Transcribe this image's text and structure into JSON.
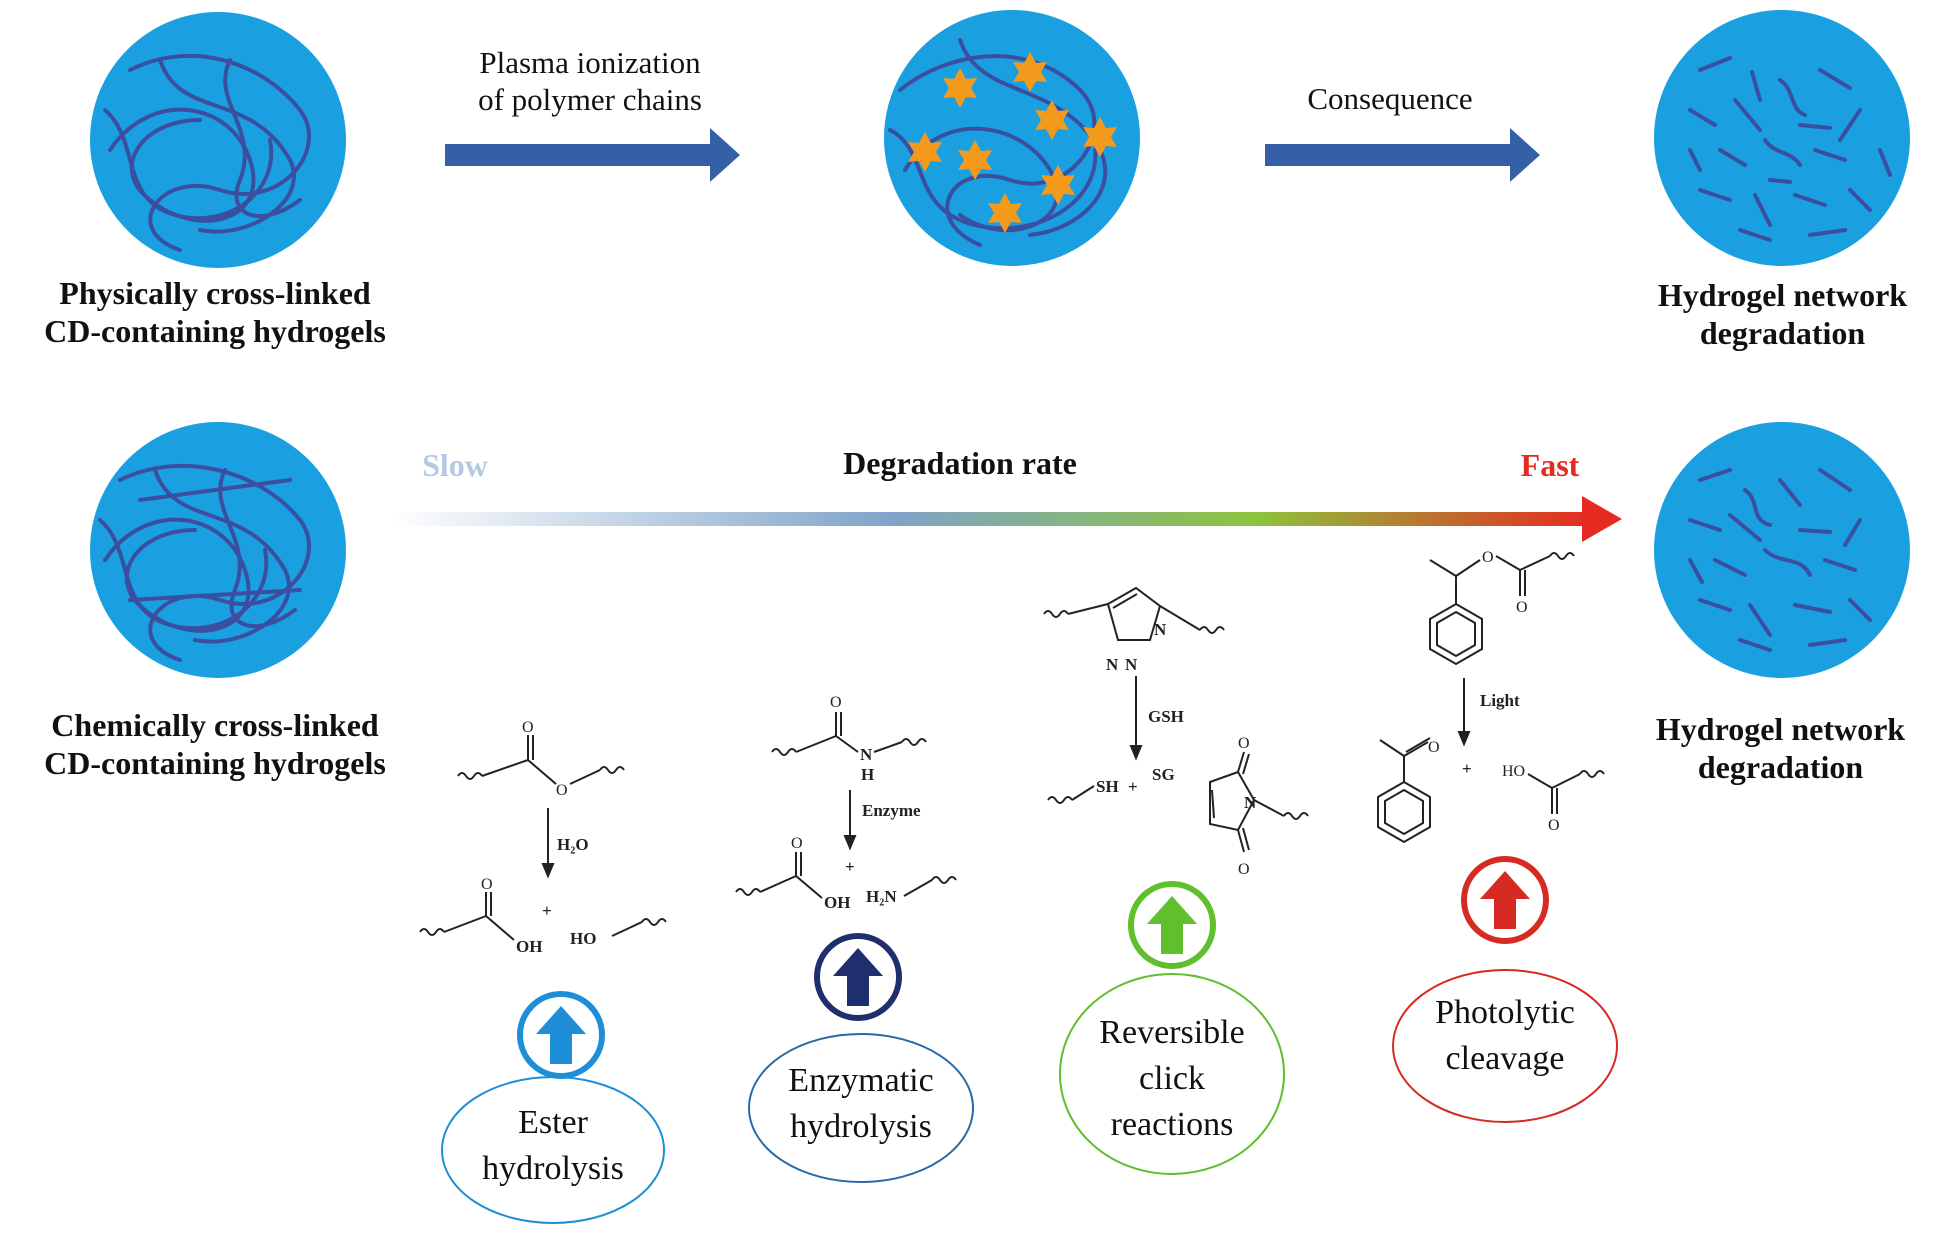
{
  "top_row": {
    "physical_label": [
      "Physically cross-linked",
      "CD-containing hydrogels"
    ],
    "plasma_label": [
      "Plasma ionization",
      "of polymer chains"
    ],
    "consequence_label": "Consequence",
    "degradation_label": [
      "Hydrogel network",
      "degradation"
    ]
  },
  "bottom_row": {
    "chemical_label": [
      "Chemically cross-linked",
      "CD-containing hydrogels"
    ],
    "rate": {
      "slow": "Slow",
      "title": "Degradation rate",
      "fast": "Fast"
    },
    "degradation_label": [
      "Hydrogel network",
      "degradation"
    ]
  },
  "mechanisms": [
    {
      "id": "ester",
      "name": [
        "Ester",
        "hydrolysis"
      ],
      "color": "#1e8fd6",
      "reagent": "H₂O"
    },
    {
      "id": "enzymatic",
      "name": [
        "Enzymatic",
        "hydrolysis"
      ],
      "color": "#1f2f6e",
      "reagent": "Enzyme"
    },
    {
      "id": "click",
      "name": [
        "Reversible",
        "click",
        "reactions"
      ],
      "color": "#5fbf2c",
      "reagent": "GSH"
    },
    {
      "id": "photolytic",
      "name": [
        "Photolytic",
        "cleavage"
      ],
      "color": "#d52b22",
      "reagent": "Light"
    }
  ],
  "chem_text": {
    "O": "O",
    "OH": "OH",
    "HO": "HO",
    "N": "N",
    "H": "H",
    "H2N": "H₂N",
    "SH": "SH",
    "SG": "SG",
    "plus": "+"
  },
  "colors": {
    "sphere": "#1aa0e0",
    "chain": "#3a4fa0",
    "arrow": "#3560a8",
    "star": "#f39a1c",
    "slow": "#b7c8e4",
    "fast": "#e52b20"
  }
}
